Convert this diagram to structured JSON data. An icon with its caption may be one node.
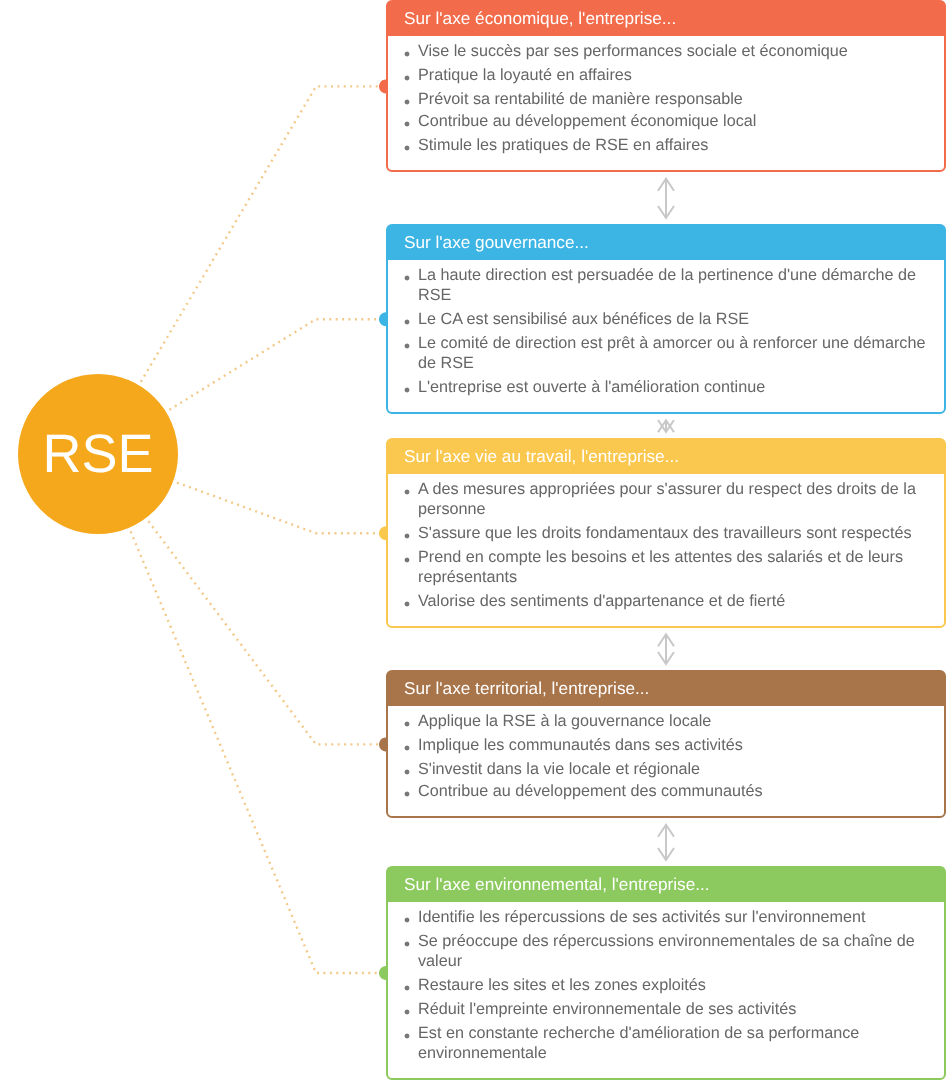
{
  "diagram": {
    "nodes": [
      {
        "text": [
          "RSE"
        ]
      },
      {
        "text": [
          "Sur l'axe économique, l'entreprise...",
          "Vise le succès par ses performances sociale et économique",
          "Pratique la loyauté en affaires",
          "Prévoit sa rentabilité de manière responsable",
          "Contribue au développement économique local",
          "Stimule les pratiques de RSE en affaires"
        ]
      },
      {
        "text": [
          "Sur l'axe gouvernance...",
          "La haute direction est persuadée de la pertinence d'une démarche de RSE",
          "Le CA est sensibilisé aux bénéfices de la RSE",
          "Le comité de direction est prêt à amorcer ou à renforcer une démarche de RSE",
          "L'entreprise est ouverte à l'amélioration continue"
        ]
      },
      {
        "text": [
          "Sur l'axe vie au travail, l'entreprise...",
          "A des mesures appropriées pour s'assurer du respect des droits de la personne",
          "S'assure que les droits fondamentaux des travailleurs sont respectés",
          "Prend en compte les besoins et les attentes des salariés et de leurs représentants",
          "Valorise des sentiments d'appartenance et de fierté"
        ]
      },
      {
        "text": [
          "Sur l'axe territorial, l'entreprise...",
          "Applique la RSE à la gouvernance locale",
          "Implique les communautés dans ses activités",
          "S'investit dans la vie locale et régionale",
          "Contribue au développement des communautés"
        ]
      },
      {
        "text": [
          "Sur l'axe environnemental, l'entreprise...",
          "Identifie les répercussions de ses activités sur l'environnement",
          "Se préoccupe des répercussions environnementales de sa chaîne de valeur",
          "Restaure les sites et les zones exploités",
          "Réduit l'empreinte environnementale de ses activités",
          "Est en constante recherche d'amélioration de sa performance environnementale"
        ]
      }
    ],
    "edges": [
      {
        "from": 0,
        "to": 1,
        "arrow": "other",
        "style": "dashed"
      },
      {
        "from": 0,
        "to": 2,
        "arrow": "other",
        "style": "dashed"
      },
      {
        "from": 0,
        "to": 3,
        "arrow": "other",
        "style": "dashed"
      },
      {
        "from": 0,
        "to": 4,
        "arrow": "other",
        "style": "dashed"
      },
      {
        "from": 0,
        "to": 5,
        "arrow": "other",
        "style": "dashed"
      },
      {
        "from": 1,
        "to": 2,
        "arrow": "both",
        "color": "#c8c8c8"
      },
      {
        "from": 2,
        "to": 3,
        "arrow": "both",
        "color": "#c8c8c8"
      },
      {
        "from": 3,
        "to": 4,
        "arrow": "both",
        "color": "#c8c8c8"
      },
      {
        "from": 4,
        "to": 5,
        "arrow": "both",
        "color": "#c8c8c8"
      }
    ]
  }
}
